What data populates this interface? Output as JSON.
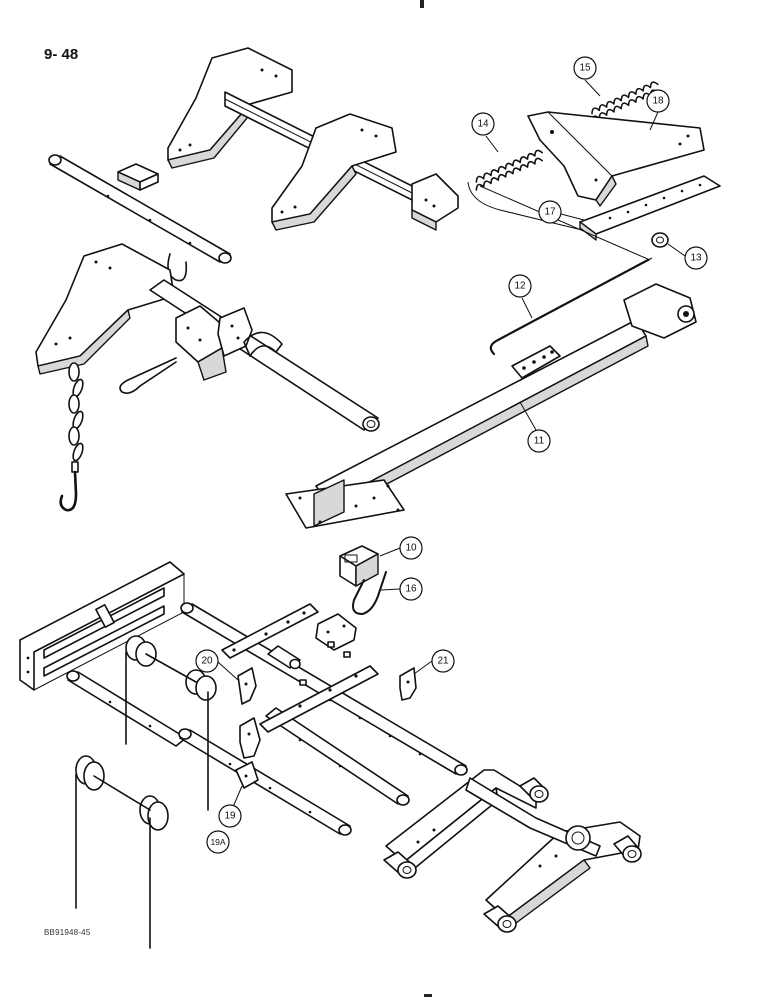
{
  "page": {
    "number": "9- 48",
    "reference_code": "BB91948-45"
  },
  "callouts": {
    "c10": "10",
    "c11": "11",
    "c12": "12",
    "c13": "13",
    "c14": "14",
    "c15": "15",
    "c16": "16",
    "c17": "17",
    "c18": "18",
    "c19": "19",
    "c19a": "19A",
    "c20": "20",
    "c21": "21"
  }
}
